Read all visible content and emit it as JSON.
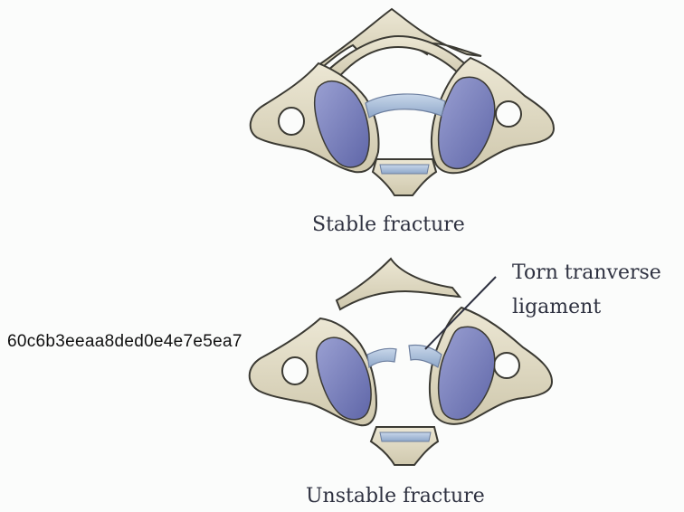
{
  "labels": {
    "stable": "Stable fracture",
    "unstable": "Unstable fracture",
    "torn_line1": "Torn tranverse",
    "torn_line2": "ligament"
  },
  "overlay_text": "60c6b3eeaa8ded0e4e7e5ea7",
  "colors": {
    "bone_fill": "#dfd9c3",
    "bone_stroke": "#3b3a33",
    "facet_fill": "#7f86c2",
    "ligament_fill": "#aec3dd",
    "text": "#2e3140"
  }
}
